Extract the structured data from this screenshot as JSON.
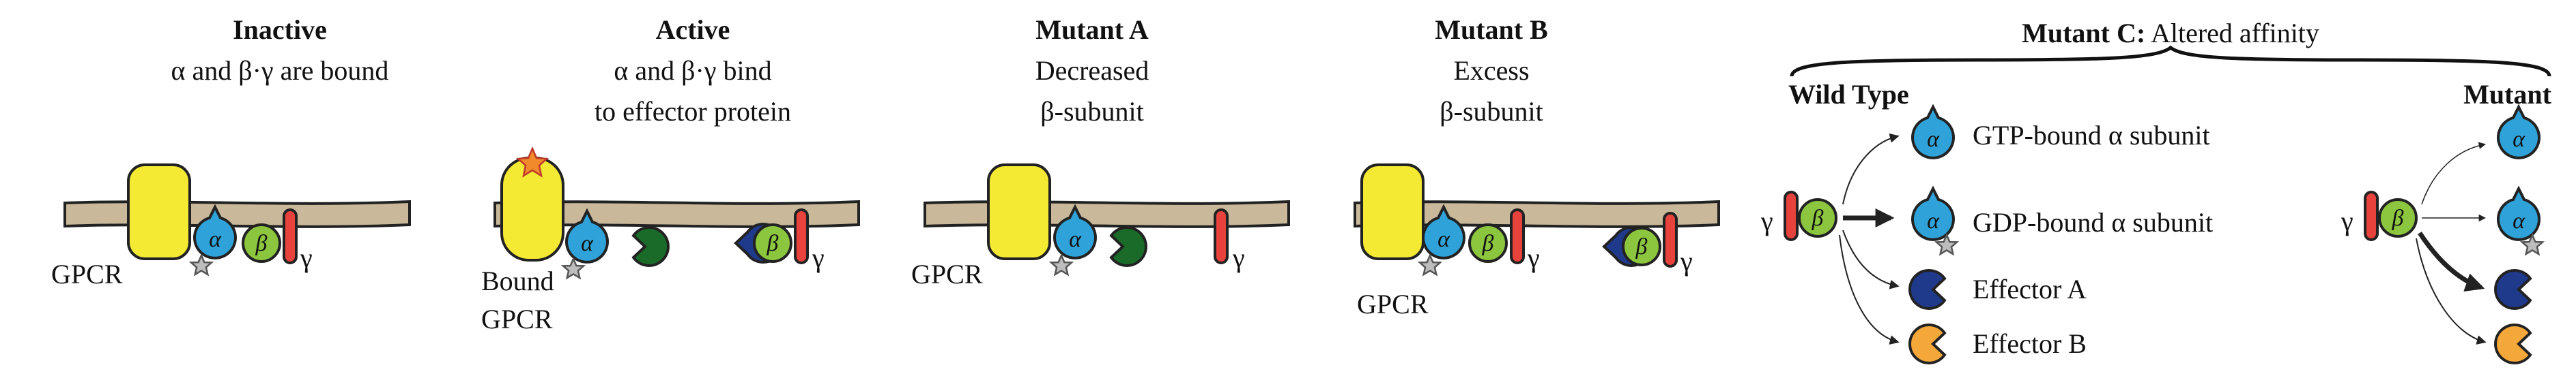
{
  "panels": {
    "inactive": {
      "title": "Inactive",
      "line1": "α and β·γ are bound",
      "receptor": "GPCR"
    },
    "active": {
      "title": "Active",
      "line1": "α and β·γ bind",
      "line2": "to effector protein",
      "receptor_line1": "Bound",
      "receptor_line2": "GPCR"
    },
    "mutant_a": {
      "title": "Mutant A",
      "line1": "Decreased",
      "line2": "β-subunit",
      "receptor": "GPCR"
    },
    "mutant_b": {
      "title": "Mutant B",
      "line1": "Excess",
      "line2": "β-subunit",
      "receptor": "GPCR"
    },
    "mutant_c": {
      "title_bold": "Mutant C:",
      "title_rest": " Altered affinity",
      "wild_type": "Wild Type",
      "mutant": "Mutant",
      "legend": [
        "GTP-bound α subunit",
        "GDP-bound α subunit",
        "Effector A",
        "Effector B"
      ]
    }
  },
  "symbols": {
    "alpha": "α",
    "beta": "β",
    "gamma": "γ"
  },
  "colors": {
    "membrane": "#c9b99a",
    "gpcr": "#f4ea34",
    "alpha": "#2fa3d9",
    "beta": "#8cc63f",
    "gamma": "#e8423c",
    "effector_a": "#1f3a8a",
    "effector_b": "#f4a83a",
    "effector_green": "#1a6b2a",
    "gdp_star": "#bdbdbd",
    "activation_star": "#f08a2a"
  },
  "icons": [
    "membrane",
    "gpcr-receptor",
    "alpha-subunit",
    "beta-subunit",
    "gamma-subunit",
    "gdp-star",
    "activation-star",
    "effector-pacman",
    "flow-arrow",
    "curly-brace"
  ]
}
